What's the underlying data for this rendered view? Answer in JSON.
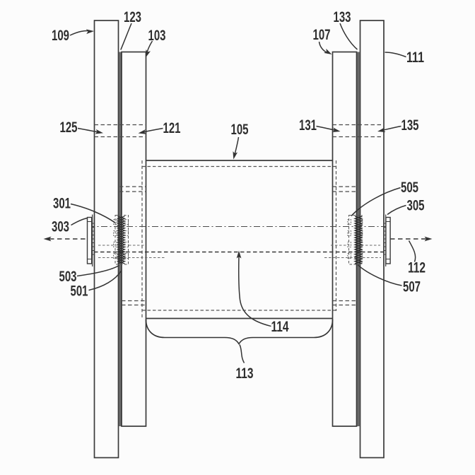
{
  "figure": {
    "kind": "patent-line-drawing",
    "background": "#fcfcfc",
    "ink_color": "#3a3a3a",
    "hidden_line_color": "#555555"
  },
  "labels": {
    "n109": "109",
    "n123": "123",
    "n103": "103",
    "n125": "125",
    "n121": "121",
    "n105": "105",
    "n131": "131",
    "n135": "135",
    "n133": "133",
    "n107": "107",
    "n111": "111",
    "n301": "301",
    "n303": "303",
    "n503": "503",
    "n501": "501",
    "n505": "505",
    "n305": "305",
    "n112": "112",
    "n507": "507",
    "n114": "114",
    "n113": "113"
  }
}
